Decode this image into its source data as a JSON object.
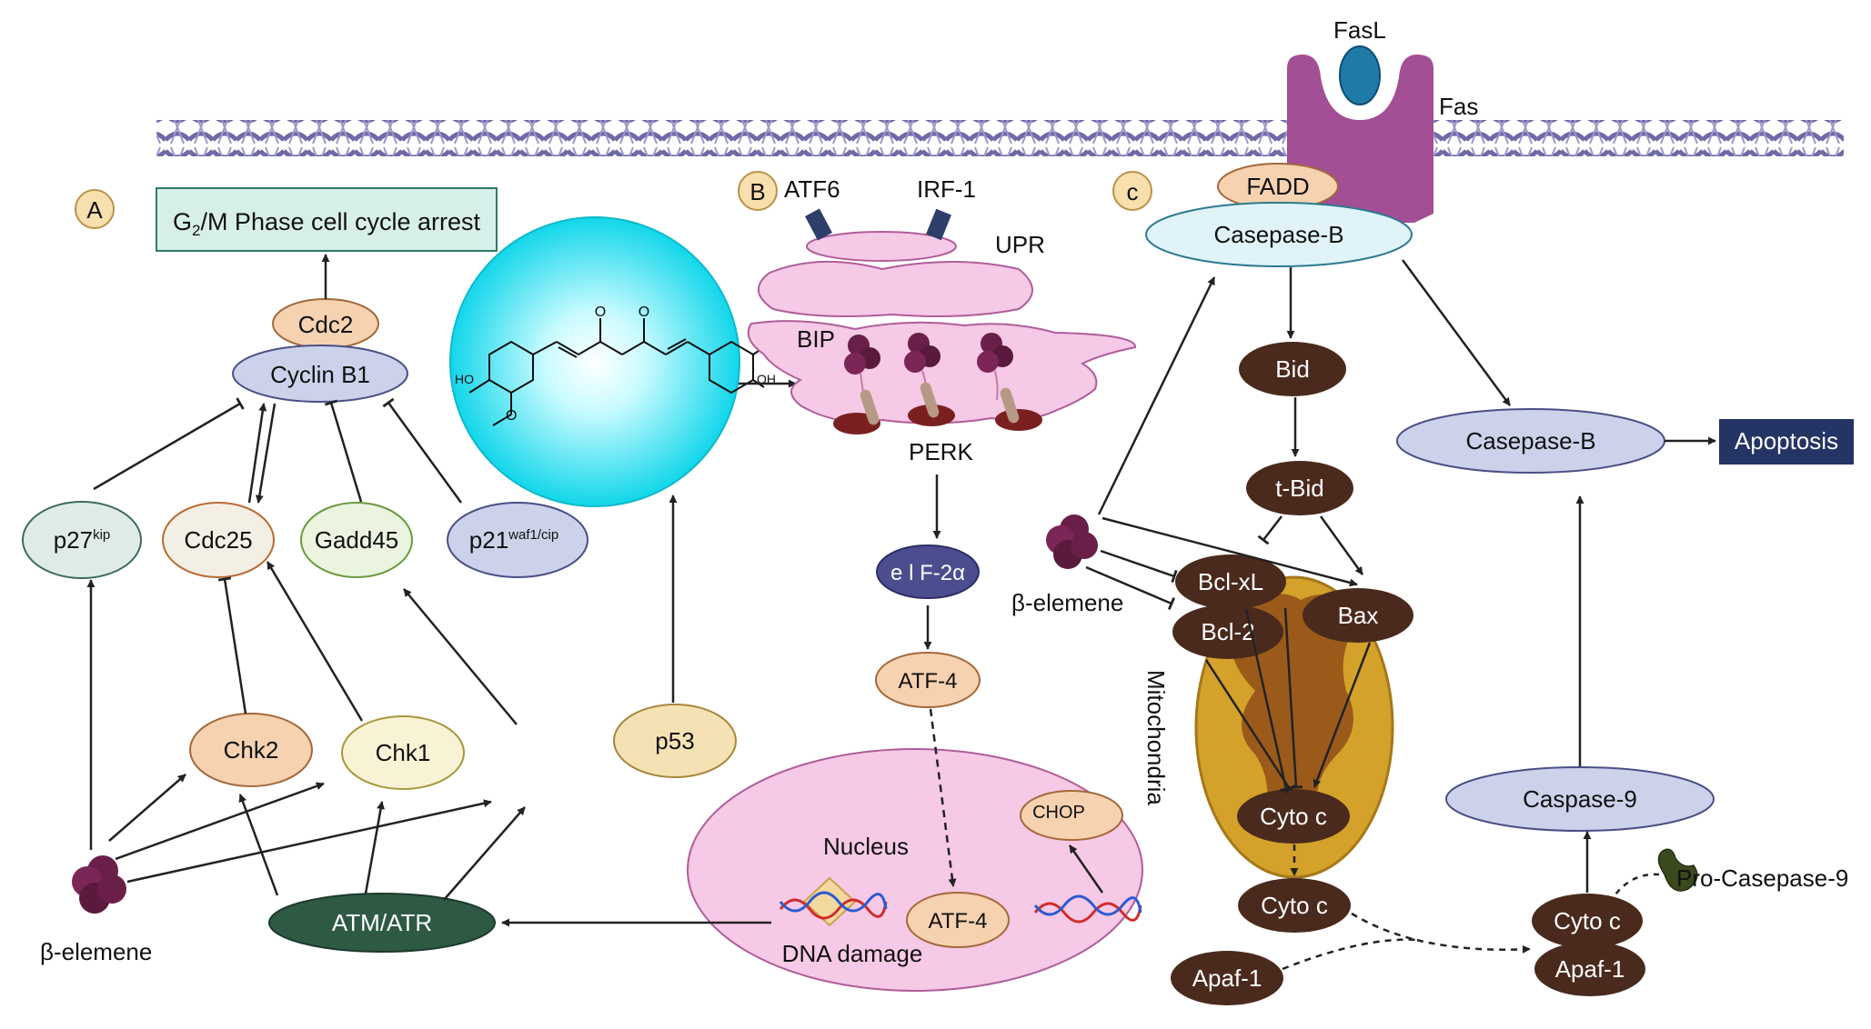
{
  "colors": {
    "membrane": "#6e6aa6",
    "fas_receptor": "#a24f95",
    "fas_ligand": "#1f7aa8",
    "er": "#f6c9e6",
    "nucleus": "#f6c9e6",
    "mito_outer": "#d4a12a",
    "mito_inner": "#9b5a1a",
    "dark_brown": "#4a2a1c",
    "atm": "#2e5a44",
    "apoptosis_box": "#243465",
    "elemene": "#6a1f48",
    "curcumin_sphere": "#2fe0ef"
  },
  "panels": {
    "a": "A",
    "b": "B",
    "c": "c"
  },
  "panel_a": {
    "arrest_sub": "2",
    "arrest_prefix": "G",
    "arrest_rest": "/M Phase cell cycle arrest",
    "cdc2": "Cdc2",
    "cyclin_b1": "Cyclin B1",
    "p27_main": "p27",
    "p27_sup": "kip",
    "cdc25": "Cdc25",
    "gadd45": "Gadd45",
    "p21_main": "p21",
    "p21_sup": "waf1/cip",
    "chk2": "Chk2",
    "chk1": "Chk1",
    "p53": "p53",
    "atm": "ATM/ATR",
    "elemene": "β-elemene"
  },
  "panel_b": {
    "atf6": "ATF6",
    "irf1": "IRF-1",
    "upr": "UPR",
    "bip": "BIP",
    "perk": "PERK",
    "eif2a": "e l F-2α",
    "atf4": "ATF-4",
    "nucleus": "Nucleus",
    "chop": "CHOP",
    "atf4_nuc": "ATF-4",
    "dna_damage": "DNA damage"
  },
  "panel_c": {
    "fasl": "FasL",
    "fas": "Fas",
    "fadd": "FADD",
    "casepase_b_top": "Casepase-B",
    "bid": "Bid",
    "tbid": "t-Bid",
    "casepase_b_mid": "Casepase-B",
    "apoptosis": "Apoptosis",
    "elemene": "β-elemene",
    "bclxl": "Bcl-xL",
    "bcl2": "Bcl-2",
    "bax": "Bax",
    "mitochondria": "Mitochondria",
    "cytoc_mito": "Cyto c",
    "cytoc_free": "Cyto c",
    "apaf1_free": "Apaf-1",
    "caspase9": "Caspase-9",
    "pro_caspase9": "Pro-Casepase-9",
    "cytoc_complex": "Cyto c",
    "apaf1_complex": "Apaf-1"
  }
}
